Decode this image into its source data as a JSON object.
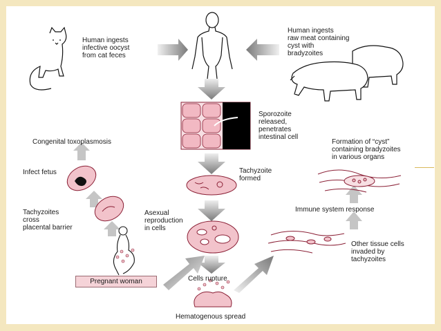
{
  "labels": {
    "human_oocyst": [
      "Human ingests",
      "infective oocyst",
      "from cat feces"
    ],
    "human_meat": [
      "Human ingests",
      "raw meat containing",
      "cyst with",
      "bradyzoites"
    ],
    "sporozoite": [
      "Sporozoite",
      "released,",
      "penetrates",
      "intestinal cell"
    ],
    "tachyzoite_formed": [
      "Tachyzoite",
      "formed"
    ],
    "asexual": [
      "Asexual",
      "reproduction",
      "in cells"
    ],
    "cells_rupture": "Cells rupture",
    "hematogenous": "Hematogenous spread",
    "congenital": "Congenital toxoplasmosis",
    "infect_fetus": "Infect fetus",
    "tachy_cross": [
      "Tachyzoites",
      "cross",
      "placental barrier"
    ],
    "pregnant": "Pregnant woman",
    "cyst_formation": [
      "Formation of “cyst”",
      "containing bradyzoites",
      "in various organs"
    ],
    "immune": "Immune system response",
    "other_tissue": [
      "Other tissue cells",
      "invaded by",
      "tachyzoites"
    ]
  },
  "colors": {
    "slide_border": "#f4e7bf",
    "accent": "#d8b85a",
    "cell_pink": "#f5d3d8",
    "cell_outline": "#8a1f35",
    "arrow_gray": "#8d8d8d"
  },
  "icons": [
    "cat-icon",
    "human-figure-icon",
    "sheep-icon",
    "pig-icon",
    "pregnant-woman-icon"
  ]
}
